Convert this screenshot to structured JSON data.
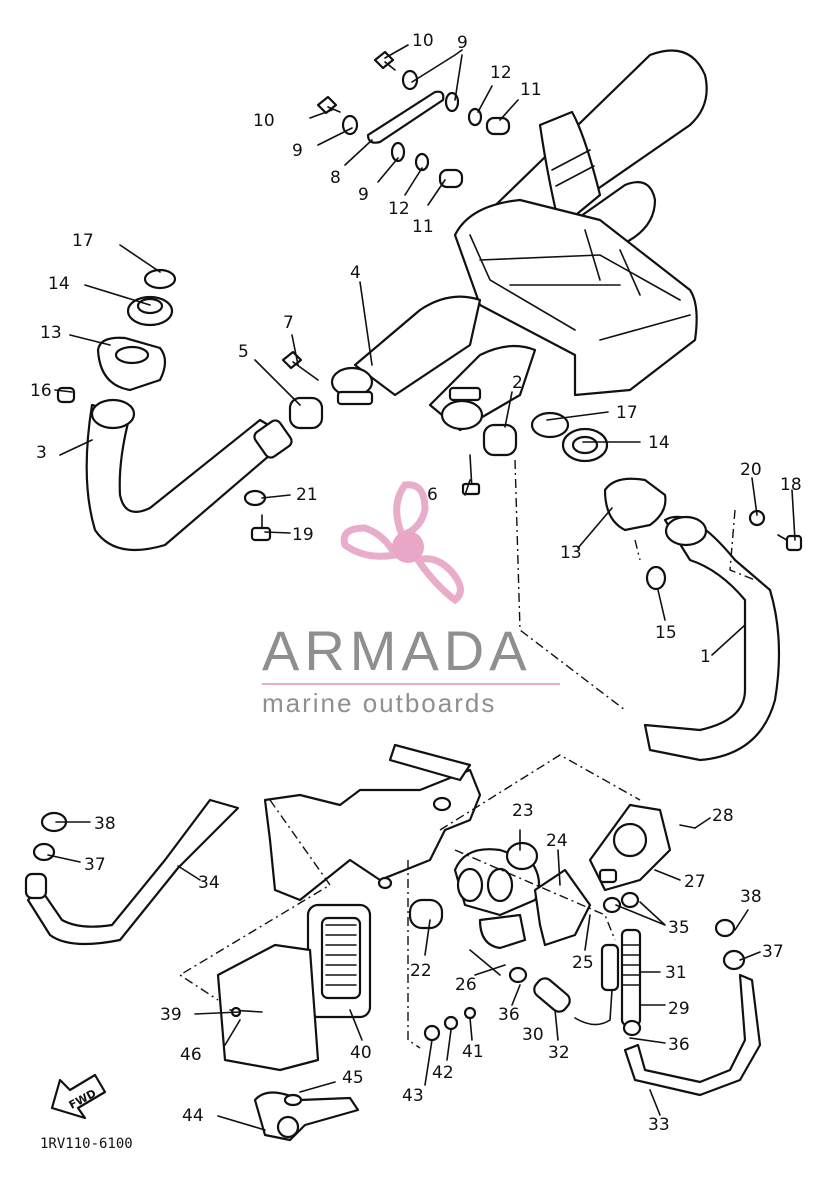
{
  "diagram": {
    "drawing_code": "1RV110-6100",
    "forward_label": "FWD",
    "callouts": [
      {
        "id": "c10a",
        "text": "10"
      },
      {
        "id": "c9a",
        "text": "9"
      },
      {
        "id": "c12a",
        "text": "12"
      },
      {
        "id": "c11a",
        "text": "11"
      },
      {
        "id": "c10b",
        "text": "10"
      },
      {
        "id": "c9b",
        "text": "9"
      },
      {
        "id": "c8",
        "text": "8"
      },
      {
        "id": "c9c",
        "text": "9"
      },
      {
        "id": "c12b",
        "text": "12"
      },
      {
        "id": "c11b",
        "text": "11"
      },
      {
        "id": "c17a",
        "text": "17"
      },
      {
        "id": "c14a",
        "text": "14"
      },
      {
        "id": "c13a",
        "text": "13"
      },
      {
        "id": "c16",
        "text": "16"
      },
      {
        "id": "c3",
        "text": "3"
      },
      {
        "id": "c7",
        "text": "7"
      },
      {
        "id": "c5",
        "text": "5"
      },
      {
        "id": "c4",
        "text": "4"
      },
      {
        "id": "c2",
        "text": "2"
      },
      {
        "id": "c17b",
        "text": "17"
      },
      {
        "id": "c14b",
        "text": "14"
      },
      {
        "id": "c6",
        "text": "6"
      },
      {
        "id": "c21",
        "text": "21"
      },
      {
        "id": "c19",
        "text": "19"
      },
      {
        "id": "c13b",
        "text": "13"
      },
      {
        "id": "c20",
        "text": "20"
      },
      {
        "id": "c18",
        "text": "18"
      },
      {
        "id": "c15",
        "text": "15"
      },
      {
        "id": "c1",
        "text": "1"
      },
      {
        "id": "c38a",
        "text": "38"
      },
      {
        "id": "c37a",
        "text": "37"
      },
      {
        "id": "c34",
        "text": "34"
      },
      {
        "id": "c23",
        "text": "23"
      },
      {
        "id": "c24",
        "text": "24"
      },
      {
        "id": "c28",
        "text": "28"
      },
      {
        "id": "c27",
        "text": "27"
      },
      {
        "id": "c38b",
        "text": "38"
      },
      {
        "id": "c35",
        "text": "35"
      },
      {
        "id": "c37b",
        "text": "37"
      },
      {
        "id": "c22",
        "text": "22"
      },
      {
        "id": "c25",
        "text": "25"
      },
      {
        "id": "c31",
        "text": "31"
      },
      {
        "id": "c26",
        "text": "26"
      },
      {
        "id": "c29",
        "text": "29"
      },
      {
        "id": "c39",
        "text": "39"
      },
      {
        "id": "c36a",
        "text": "36"
      },
      {
        "id": "c30",
        "text": "30"
      },
      {
        "id": "c36b",
        "text": "36"
      },
      {
        "id": "c46",
        "text": "46"
      },
      {
        "id": "c40",
        "text": "40"
      },
      {
        "id": "c41",
        "text": "41"
      },
      {
        "id": "c32",
        "text": "32"
      },
      {
        "id": "c42",
        "text": "42"
      },
      {
        "id": "c45",
        "text": "45"
      },
      {
        "id": "c43",
        "text": "43"
      },
      {
        "id": "c44",
        "text": "44"
      },
      {
        "id": "c33",
        "text": "33"
      }
    ]
  },
  "watermark": {
    "brand_name": "ARMADA",
    "tagline": "marine outboards",
    "logo_color": "#e8a9c9",
    "logo_hub_color": "#e8a3c6",
    "text_color": "#8a8a8a"
  }
}
